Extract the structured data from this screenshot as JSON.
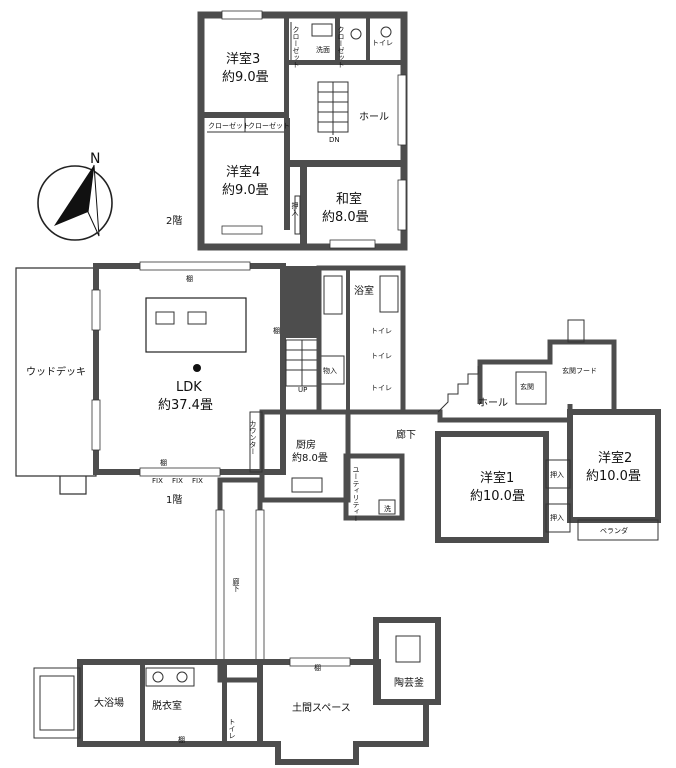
{
  "floor2": {
    "label": "2階",
    "room_western3": {
      "name": "洋室3",
      "size": "約9.0畳"
    },
    "room_western4": {
      "name": "洋室4",
      "size": "約9.0畳"
    },
    "room_japanese": {
      "name": "和室",
      "size": "約8.0畳"
    },
    "hall": "ホール",
    "washroom": "洗面",
    "toilet": "トイレ",
    "closet_a": "クローゼット",
    "closet_b": "クローゼット",
    "closet_c": "クローゼット",
    "closet_d": "クローゼット",
    "oshiire": "押入",
    "stair_dn": "DN"
  },
  "floor1": {
    "label": "1階",
    "ldk": {
      "name": "LDK",
      "size": "約37.4畳"
    },
    "wood_deck": "ウッドデッキ",
    "shelf_top": "棚",
    "shelf_side": "棚",
    "shelf_bottom": "棚",
    "fix_windows": [
      "FIX",
      "FIX",
      "FIX"
    ],
    "counter": "カウンター",
    "storage": "物入",
    "stair_up": "UP",
    "bath": "浴室",
    "toilets": [
      "トイレ",
      "トイレ",
      "トイレ"
    ],
    "kitchen": {
      "name": "厨房",
      "size": "約8.0畳"
    },
    "utility": "ユーティリティー",
    "utility_wash": "洗",
    "corridor_main": "廊下",
    "hall": "ホール",
    "entrance": "玄関",
    "entrance_hood": "玄関フード",
    "room_western1": {
      "name": "洋室1",
      "size": "約10.0畳"
    },
    "room_western2": {
      "name": "洋室2",
      "size": "約10.0畳"
    },
    "oshiire_a": "押入",
    "oshiire_b": "押入",
    "veranda": "ベランダ",
    "corridor_south": "廊下",
    "big_bath": "大浴場",
    "dressing": "脱衣室",
    "dirt_floor": "土間スペース",
    "kiln": "陶芸釜",
    "annex_shelf_a": "棚",
    "annex_shelf_b": "棚",
    "annex_toilet": "トイレ"
  },
  "compass": {
    "label": "N"
  }
}
